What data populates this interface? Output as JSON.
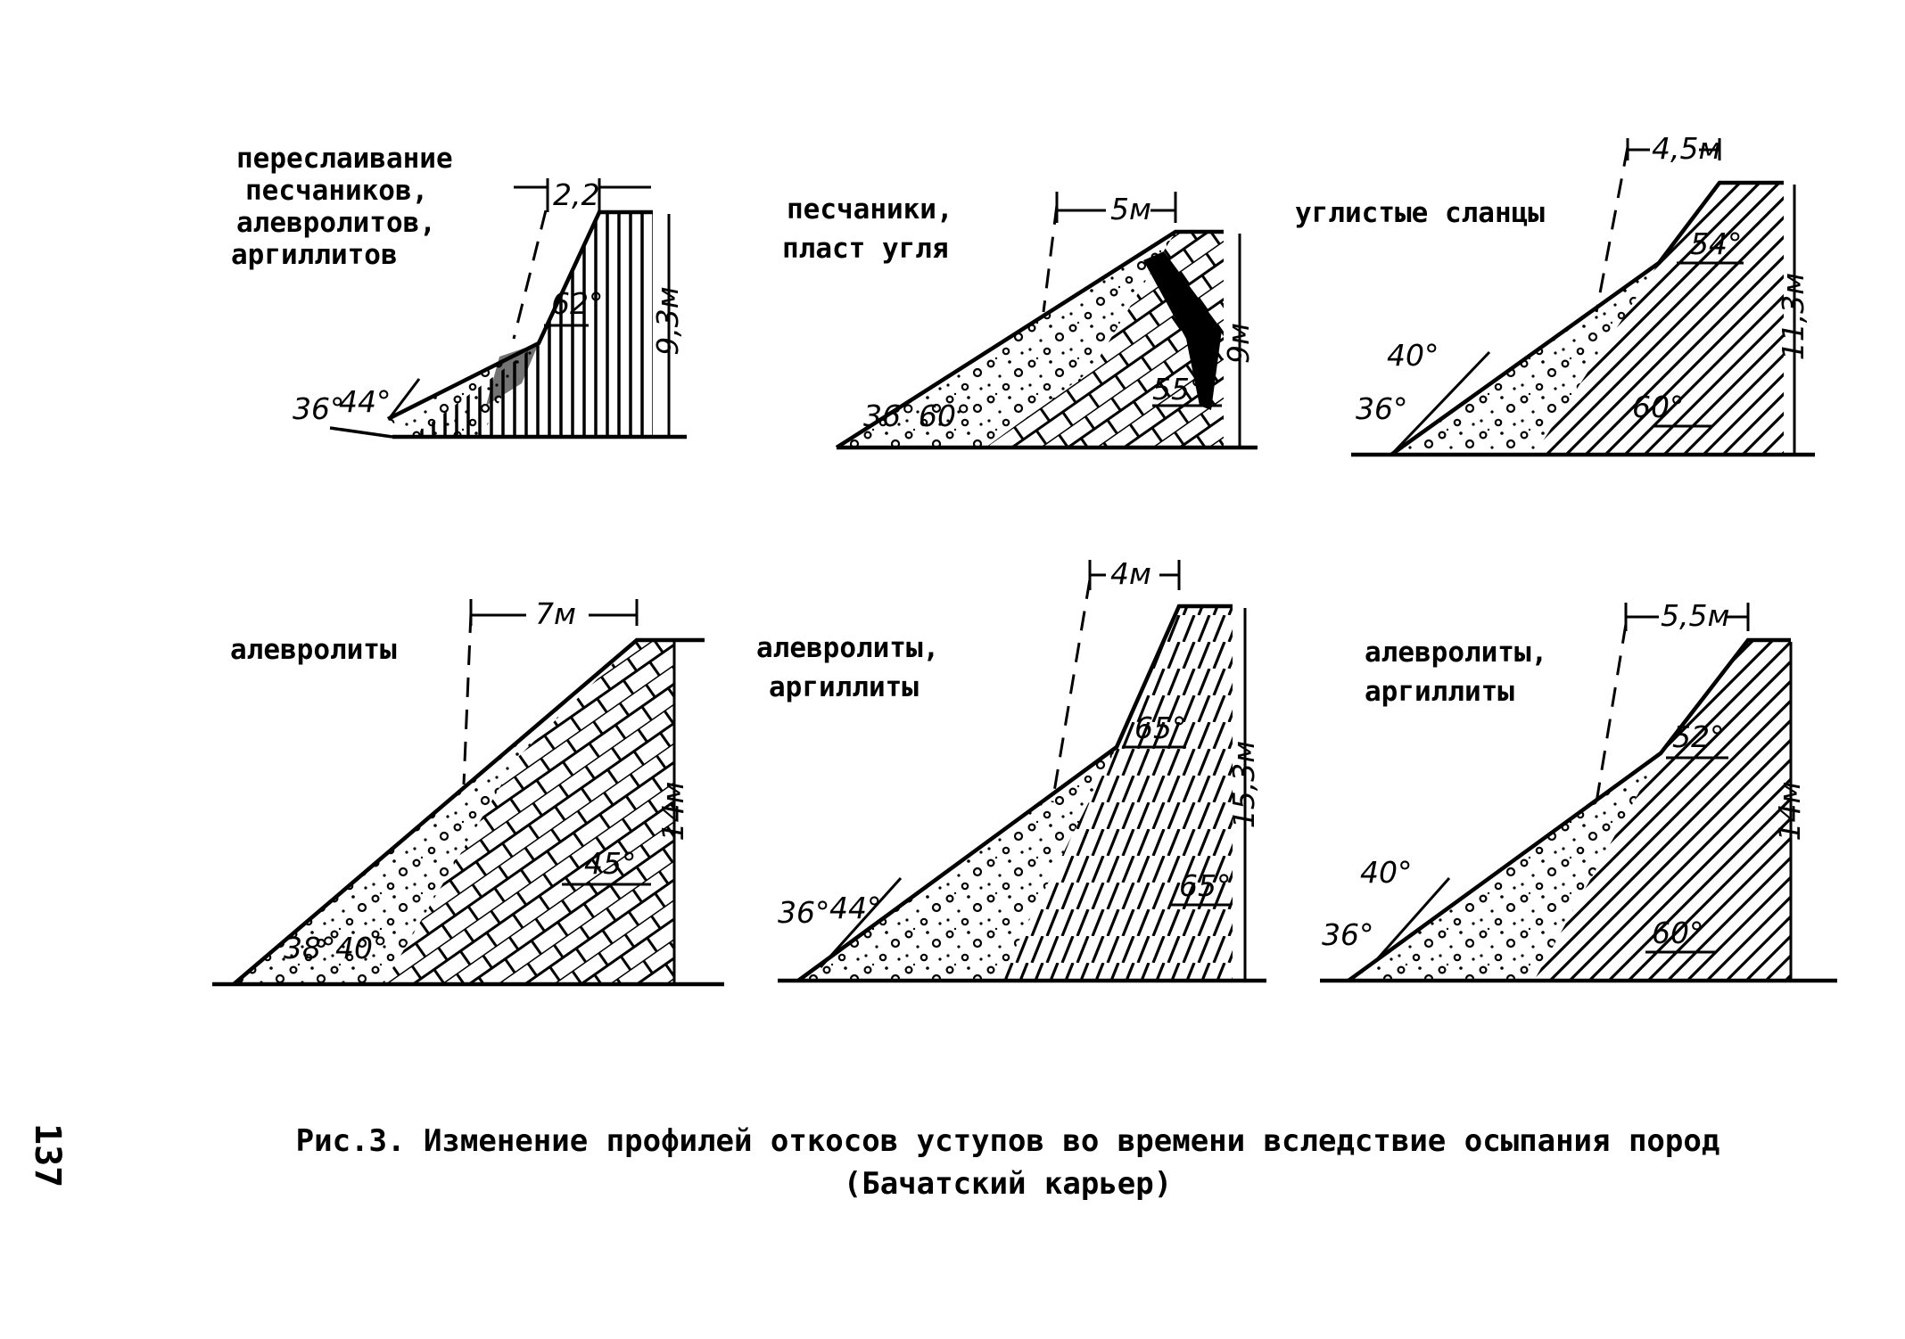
{
  "figures": [
    {
      "rock": [
        "переслаивание",
        "песчаников,",
        "алевролитов,",
        "аргиллитов"
      ],
      "width": "2,2",
      "height": "9,3м",
      "angles": [
        "36°",
        "44°",
        "62°"
      ]
    },
    {
      "rock": [
        "песчаники,",
        "пласт угля"
      ],
      "width": "5м",
      "height": "9м",
      "angles": [
        "36°",
        "60°",
        "55°"
      ]
    },
    {
      "rock": [
        "углистые сланцы"
      ],
      "width": "4,5м",
      "height": "11,3м",
      "angles": [
        "40°",
        "36°",
        "54°",
        "60°"
      ]
    },
    {
      "rock": [
        "алевролиты"
      ],
      "width": "7м",
      "height": "14м",
      "angles": [
        "38°",
        "40°",
        "45°"
      ]
    },
    {
      "rock": [
        "алевролиты,",
        "аргиллиты"
      ],
      "width": "4м",
      "height": "15,3м",
      "angles": [
        "36°",
        "44°",
        "65°",
        "65°"
      ]
    },
    {
      "rock": [
        "алевролиты,",
        "аргиллиты"
      ],
      "width": "5,5м",
      "height": "14м",
      "angles": [
        "40°",
        "36°",
        "52°",
        "60°"
      ]
    }
  ],
  "caption": {
    "line1": "Рис.3. Изменение профилей откосов уступов во времени вследствие осыпания пород",
    "line2": "(Бачатский карьер)"
  },
  "page_number": "137"
}
